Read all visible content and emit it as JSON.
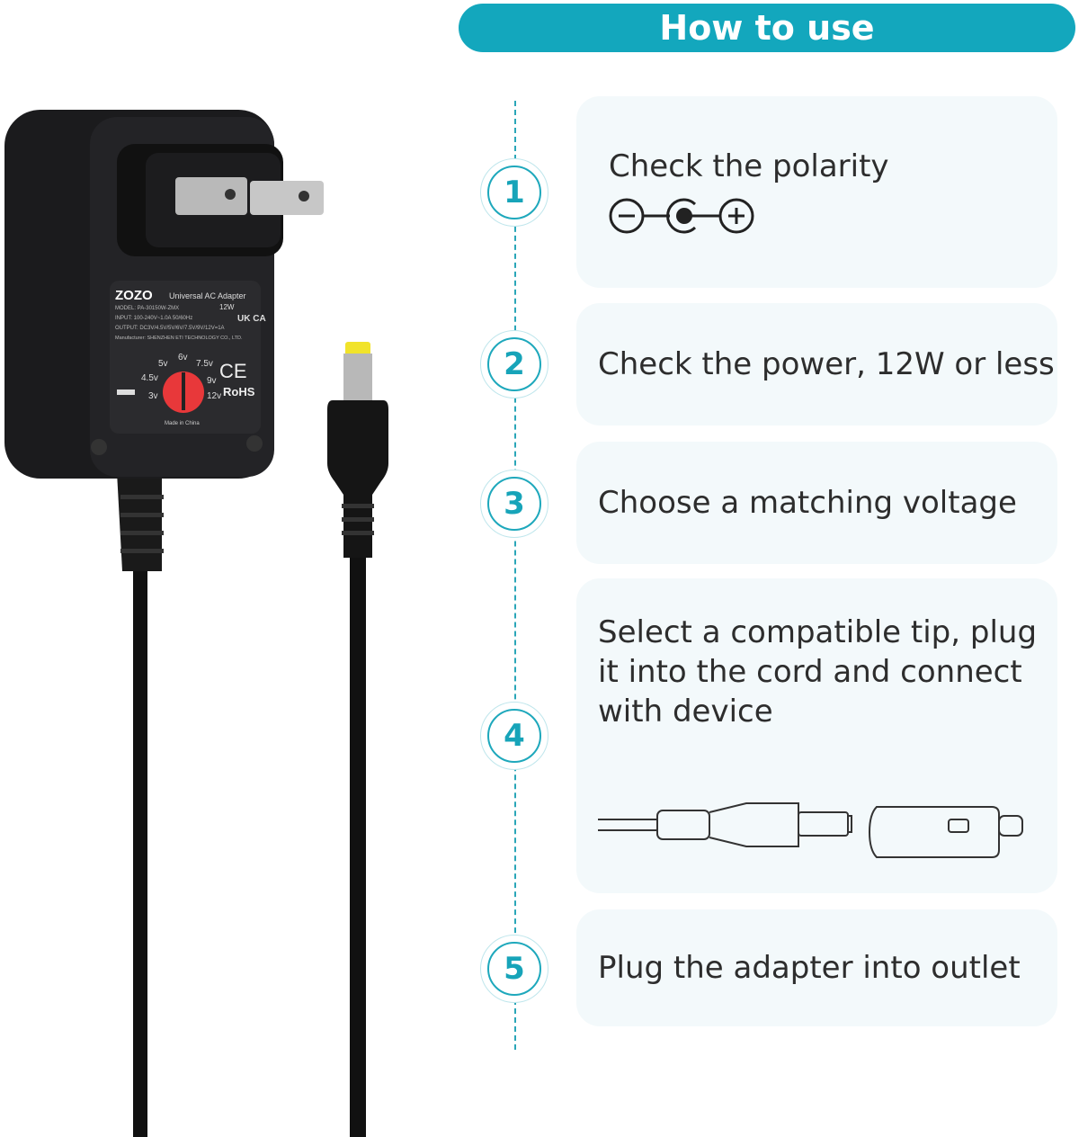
{
  "header": {
    "title": "How to use"
  },
  "steps": [
    {
      "number": "1",
      "text": "Check the polarity",
      "icon": "polarity-icon"
    },
    {
      "number": "2",
      "text": "Check the power, 12W or less"
    },
    {
      "number": "3",
      "text": "Choose a matching voltage"
    },
    {
      "number": "4",
      "text": "Select a compatible tip, plug it into the cord and connect with device",
      "icon": "tip-connector-icon"
    },
    {
      "number": "5",
      "text": "Plug the adapter into outlet"
    }
  ],
  "adapter_label": {
    "brand": "ZOZO",
    "title": "Universal AC Adapter",
    "power": "12W",
    "model": "MODEL: PA-30150W-ZMX",
    "input": "INPUT: 100-240V~1.0A 50/60Hz",
    "output": "OUTPUT: DC3V/4.5V/5V/6V/7.5V/9V/12V=1A",
    "manufacturer": "Manufacturer: SHENZHEN ETI TECHNOLOGY CO., LTD.",
    "voltages": [
      "3v",
      "4.5v",
      "5v",
      "6v",
      "7.5v",
      "9v",
      "12v"
    ],
    "marks": [
      "UK CA",
      "CE",
      "RoHS"
    ],
    "origin": "Made in China"
  },
  "colors": {
    "accent": "#13a7bd",
    "card": "#f3f9fb",
    "dial": "#e8383a"
  }
}
